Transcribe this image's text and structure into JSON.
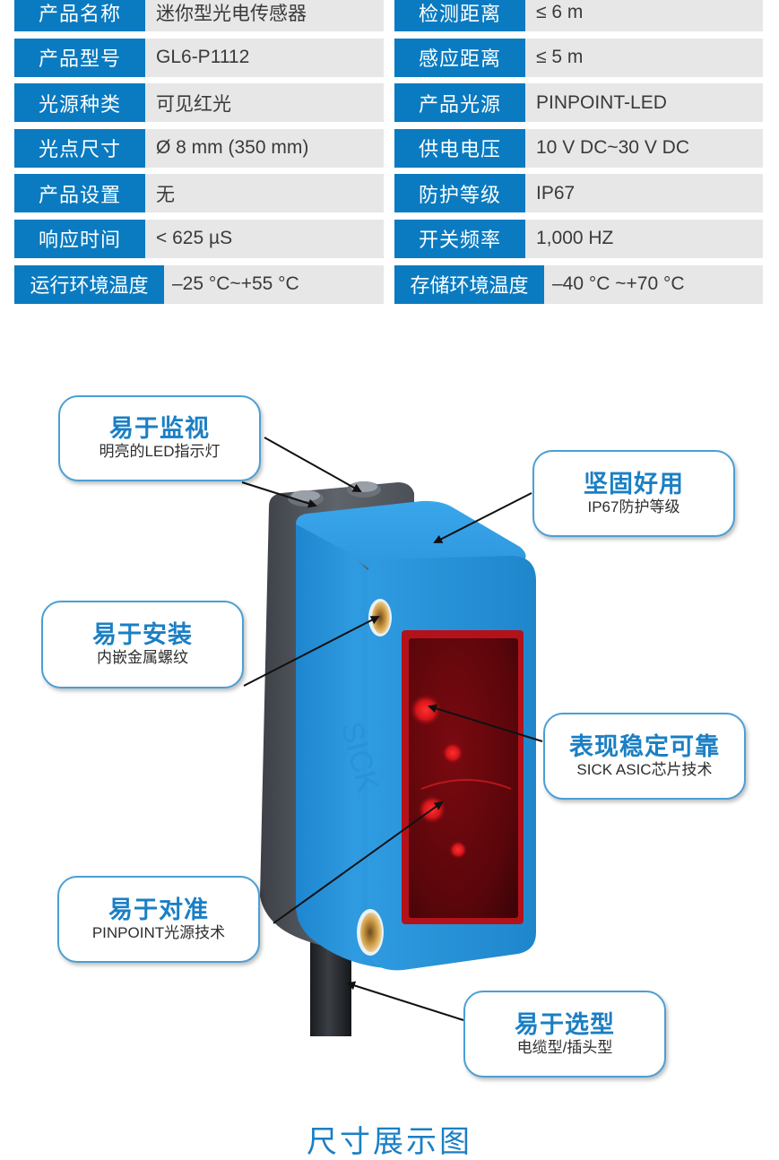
{
  "spec_tables": {
    "left": [
      {
        "label": "产品名称",
        "value": "迷你型光电传感器"
      },
      {
        "label": "产品型号",
        "value": "GL6-P1112"
      },
      {
        "label": "光源种类",
        "value": "可见红光"
      },
      {
        "label": "光点尺寸",
        "value": "Ø 8 mm (350 mm)"
      },
      {
        "label": "产品设置",
        "value": "无"
      },
      {
        "label": "响应时间",
        "value": "< 625 µS"
      },
      {
        "label": "运行环境温度",
        "value": "–25 °C~+55 °C"
      }
    ],
    "right": [
      {
        "label": "检测距离",
        "value": "≤ 6 m"
      },
      {
        "label": "感应距离",
        "value": "≤ 5 m"
      },
      {
        "label": "产品光源",
        "value": "PINPOINT-LED"
      },
      {
        "label": "供电电压",
        "value": "10 V DC~30 V DC"
      },
      {
        "label": "防护等级",
        "value": "IP67"
      },
      {
        "label": "开关频率",
        "value": "1,000 HZ"
      },
      {
        "label": "存储环境温度",
        "value": "–40 °C ~+70 °C"
      }
    ]
  },
  "product": {
    "brand_emboss": "SICK"
  },
  "callouts": [
    {
      "id": "monitor",
      "title": "易于监视",
      "subtitle": "明亮的LED指示灯"
    },
    {
      "id": "durable",
      "title": "坚固好用",
      "subtitle": "IP67防护等级"
    },
    {
      "id": "install",
      "title": "易于安装",
      "subtitle": "内嵌金属螺纹"
    },
    {
      "id": "stable",
      "title": "表现稳定可靠",
      "subtitle": "SICK ASIC芯片技术"
    },
    {
      "id": "align",
      "title": "易于对准",
      "subtitle": "PINPOINT光源技术"
    },
    {
      "id": "select",
      "title": "易于选型",
      "subtitle": "电缆型/插头型"
    }
  ],
  "section_title": "尺寸展示图",
  "colors": {
    "label_blue": "#0a7bc1",
    "value_gray": "#e7e7e7",
    "callout_title_blue": "#1b7fc4",
    "callout_border": "#4a9fd6",
    "housing_blue": "#2f9be0",
    "lens_red": "#8a0d12"
  }
}
